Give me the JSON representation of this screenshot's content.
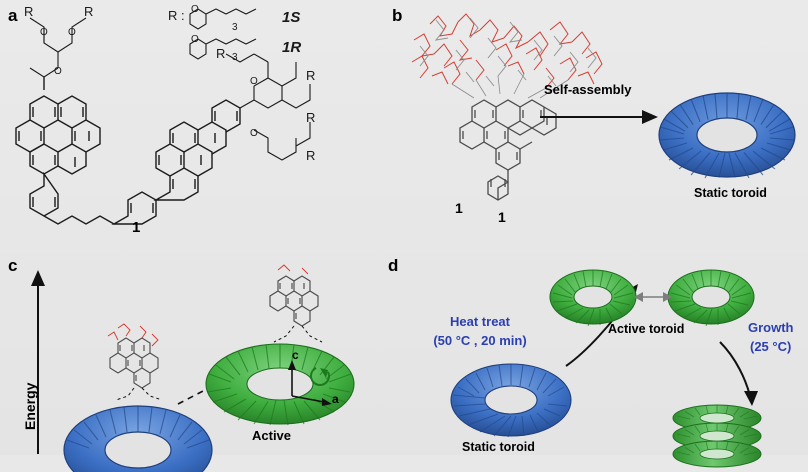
{
  "figure": {
    "panels": [
      {
        "id": "a",
        "letter": "a"
      },
      {
        "id": "b",
        "letter": "b"
      },
      {
        "id": "c",
        "letter": "c"
      },
      {
        "id": "d",
        "letter": "d"
      }
    ]
  },
  "panel_a": {
    "r_label": "R :",
    "stereo_1S": "1S",
    "stereo_1R": "1R",
    "compound_number": "1",
    "r_groups": [
      "R",
      "R",
      "R",
      "R"
    ],
    "subscript_3": "3",
    "oxygen_labels": [
      "O",
      "O",
      "O",
      "O"
    ]
  },
  "panel_b": {
    "compound_number": "1",
    "arrow_label": "Self-assembly",
    "product_label": "Static toroid"
  },
  "panel_c": {
    "axis_label": "Energy",
    "state_label": "Active",
    "axis_c": "c",
    "axis_a": "a"
  },
  "panel_d": {
    "active_toroid_label": "Active toroid",
    "static_toroid_label": "Static toroid",
    "heat_treat_label": "Heat treat",
    "heat_treat_condition": "(50 °C , 20 min)",
    "growth_label": "Growth",
    "growth_condition": "(25 °C)"
  },
  "colors": {
    "background": "#e8e8e8",
    "blue_toroid": "#3b6fc4",
    "green_toroid": "#3fae3f",
    "annotation_blue": "#2c3fb0",
    "chem_stroke": "#1a1a1a",
    "polymer_red": "#d4352a",
    "polymer_gray": "#8a8a8a"
  }
}
